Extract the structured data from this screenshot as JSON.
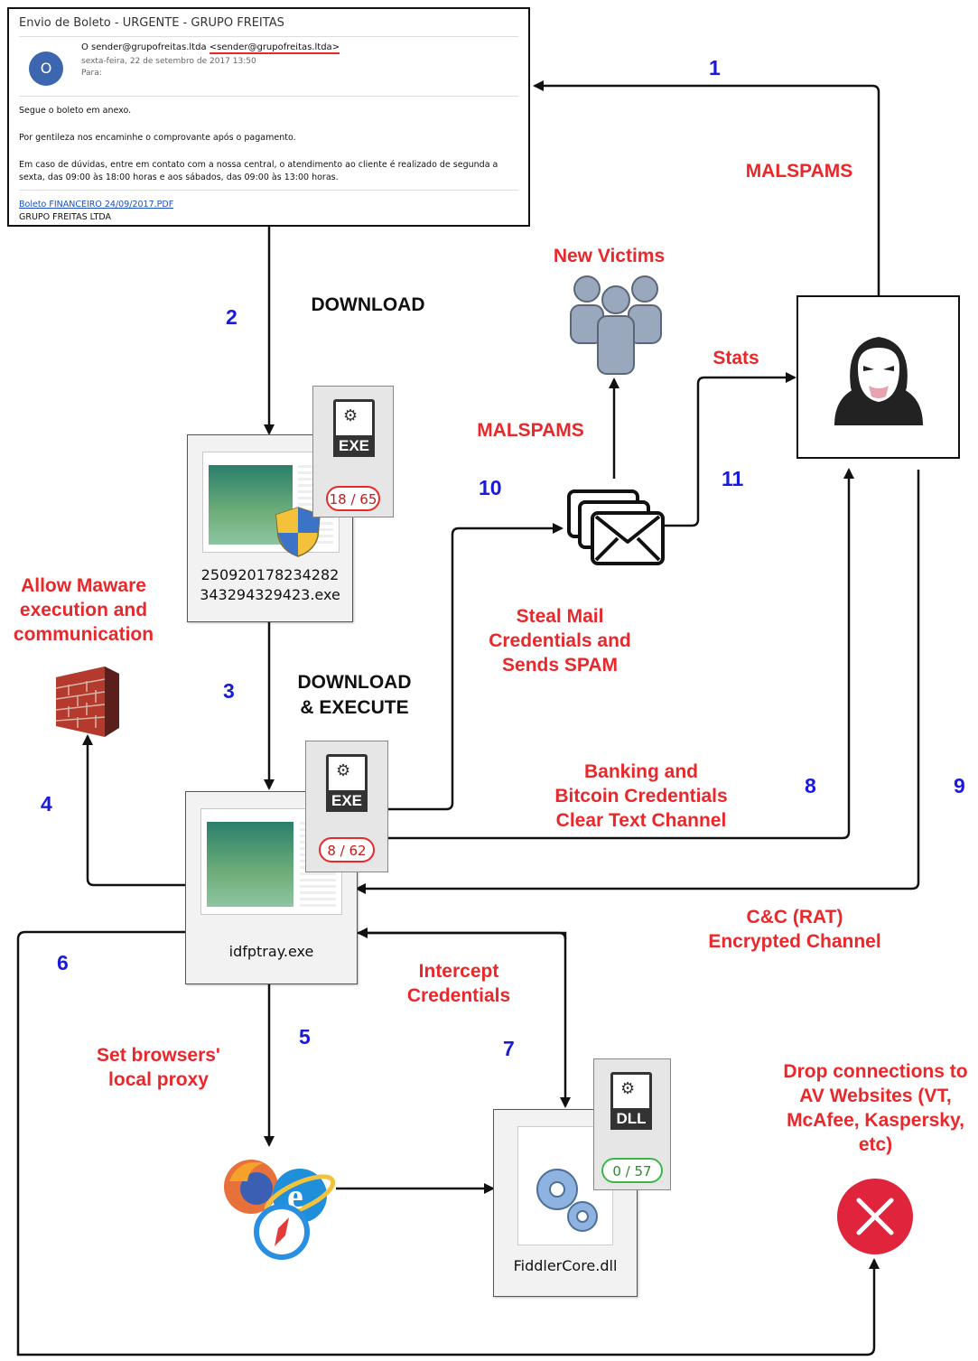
{
  "email": {
    "subject": "Envio de Boleto - URGENTE - GRUPO FREITAS",
    "avatar_letter": "O",
    "from_name": "O sender@grupofreitas.ltda",
    "from_addr": "<sender@grupofreitas.ltda>",
    "date": "sexta-feira, 22 de setembro de 2017 13:50",
    "to_label": "Para:",
    "body_lines": [
      "Segue o boleto em anexo.",
      "Por gentileza nos encaminhe o comprovante após o pagamento.",
      "Em caso de dúvidas, entre em contato com a nossa central, o atendimento ao cliente é realizado de segunda a sexta, das 09:00 às 18:00 horas e aos sábados, das 09:00 às 13:00 horas."
    ],
    "attachment_link": "Boleto FINANCEIRO 24/09/2017.PDF",
    "company": "GRUPO FREITAS LTDA"
  },
  "numbers": {
    "n1": "1",
    "n2": "2",
    "n3": "3",
    "n4": "4",
    "n5": "5",
    "n6": "6",
    "n7": "7",
    "n8": "8",
    "n9": "9",
    "n10": "10",
    "n11": "11"
  },
  "labels": {
    "download": "DOWNLOAD",
    "download_execute": "DOWNLOAD\n& EXECUTE",
    "malspams_top": "MALSPAMS",
    "malspams_mid": "MALSPAMS",
    "new_victims": "New Victims",
    "stats": "Stats",
    "allow_malware": "Allow Maware\nexecution and\ncommunication",
    "steal_mail": "Steal Mail\nCredentials and\nSends SPAM",
    "banking": "Banking and\nBitcoin Credentials\nClear Text Channel",
    "cnc": "C&C (RAT)\nEncrypted Channel",
    "intercept": "Intercept\nCredentials",
    "set_proxy": "Set browsers'\nlocal proxy",
    "drop_connections": "Drop connections to\nAV Websites (VT,\nMcAfee, Kaspersky,\netc)"
  },
  "files": {
    "downloader": {
      "name": "250920178234282\n343294329423.exe",
      "badge_type": "EXE",
      "detections": "18 / 65"
    },
    "idfptray": {
      "name": "idfptray.exe",
      "badge_type": "EXE",
      "detections": "8 / 62"
    },
    "fiddler": {
      "name": "FiddlerCore.dll",
      "badge_type": "DLL",
      "detections": "0 / 57"
    }
  },
  "colors": {
    "label_red": "#e8282b",
    "number_blue": "#1a1adb",
    "detection_bad": "#e8282b",
    "detection_good": "#3cb64a",
    "block_red": "#e0243c"
  },
  "icons": [
    "users-group-icon",
    "mail-stack-icon",
    "hacker-mask-icon",
    "firewall-icon",
    "browsers-icon",
    "gears-icon",
    "block-icon"
  ]
}
